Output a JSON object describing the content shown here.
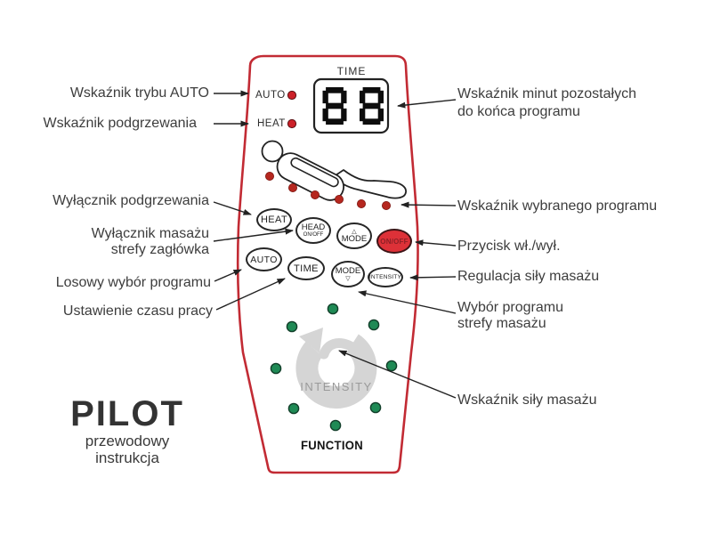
{
  "left_labels": [
    {
      "text": "Wskaźnik trybu AUTO"
    },
    {
      "text": "Wskaźnik podgrzewania"
    },
    {
      "text": "Wyłącznik podgrzewania"
    },
    {
      "text": "Wyłącznik masażu",
      "text2": "strefy zagłówka"
    },
    {
      "text": "Losowy wybór programu"
    },
    {
      "text": "Ustawienie czasu pracy"
    }
  ],
  "right_labels": [
    {
      "text": "Wskaźnik minut pozostałych",
      "text2": "do końca programu"
    },
    {
      "text": "Wskaźnik wybranego programu"
    },
    {
      "text": "Przycisk wł./wył."
    },
    {
      "text": "Regulacja siły masażu"
    },
    {
      "text": "Wybór programu",
      "text2": "strefy masażu"
    },
    {
      "text": "Wskaźnik siły masażu"
    }
  ],
  "title_block": {
    "title": "PILOT",
    "subtitle1": "przewodowy",
    "subtitle2": "instrukcja"
  },
  "remote": {
    "display": {
      "label": "TIME",
      "value": "88"
    },
    "indicators": {
      "auto": "AUTO",
      "heat": "HEAT"
    },
    "buttons": {
      "heat": "HEAT",
      "head_line1": "HEAD",
      "head_line2": "ON/OFF",
      "mode_up_glyph": "△",
      "mode_up": "MODE",
      "onoff": "ON/OFF",
      "auto": "AUTO",
      "time": "TIME",
      "mode_down": "MODE",
      "mode_down_glyph": "▽",
      "intensity": "INTENSITY"
    },
    "intensity_dial_label": "INTENSITY",
    "function_label": "FUNCTION",
    "colors": {
      "outline_red": "#c22b34",
      "onoff_button_red": "#dd3138",
      "onoff_text_red": "#8d2026",
      "program_dot_red": "#b5271f",
      "indicator_dot_red": "#cc2129",
      "intensity_dot_green": "#1f8a55",
      "swirl_gray": "#d5d5d5",
      "label_text": "#3d3d3d"
    },
    "program_dot_count": 6,
    "intensity_dot_count": 8
  }
}
